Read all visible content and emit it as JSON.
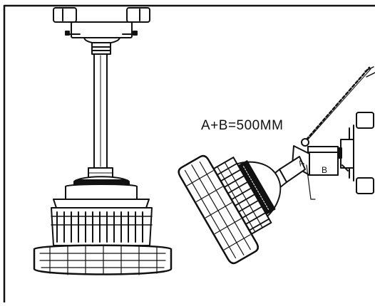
{
  "diagram": {
    "formula": "A+B=500MM",
    "label_a": "A",
    "label_b": "B",
    "line_color": "#111111",
    "background": "#ffffff"
  }
}
